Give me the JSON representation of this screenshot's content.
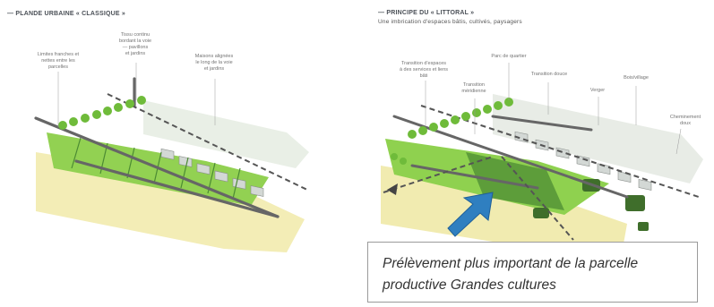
{
  "left_panel": {
    "title": "— PLANDE URBAINE « CLASSIQUE »",
    "labels": [
      "Limites franches et\nnettes entre les\nparcelles",
      "Tissu continu\nbordant la voie\n— pavillons\net jardins",
      "Maisons alignées\nle long de la voie\net jardins"
    ]
  },
  "right_panel": {
    "title": "— PRINCIPE DU « LITTORAL »",
    "subtitle": "Une imbrication d'espaces bâtis, cultivés, paysagers",
    "labels": [
      "Parc de quartier",
      "Transition d'espaces\nà des services et liens\nbâti",
      "Transition\nméridienne",
      "Transition douce",
      "Verger",
      "Bois/village",
      "Cheminement\ndoux"
    ]
  },
  "caption": {
    "text": "Prélèvement plus important de la parcelle productive Grandes cultures"
  },
  "colors": {
    "field_yellow": "#f1ebb0",
    "grass_green": "#8fd14f",
    "dark_green": "#4c8b33",
    "tree_green": "#6fbb3a",
    "road_gray": "#6d6d6d",
    "arrow_blue": "#2f7fc0"
  },
  "icons": [
    "blue-arrow-icon",
    "dashed-path-arrow-icon"
  ]
}
